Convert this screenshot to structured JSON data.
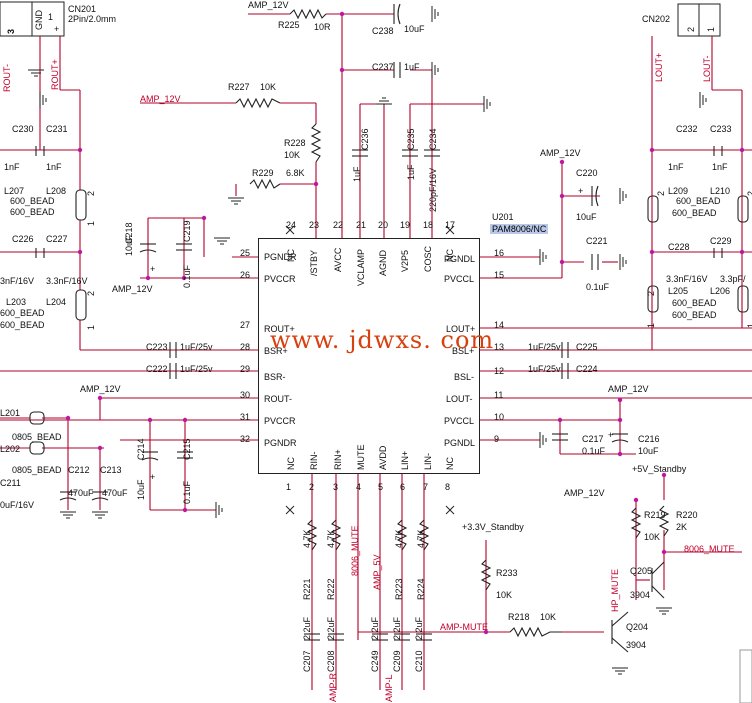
{
  "chip": {
    "ref": "U201",
    "part": "PAM8006/NC",
    "left_pins": [
      {
        "num": "25",
        "name": "PGNDR"
      },
      {
        "num": "26",
        "name": "PVCCR"
      },
      {
        "num": "27",
        "name": "ROUT+"
      },
      {
        "num": "28",
        "name": "BSR+"
      },
      {
        "num": "29",
        "name": "BSR-"
      },
      {
        "num": "30",
        "name": "ROUT-"
      },
      {
        "num": "31",
        "name": "PVCCR"
      },
      {
        "num": "32",
        "name": "PGNDR"
      }
    ],
    "right_pins": [
      {
        "num": "16",
        "name": "PGNDL"
      },
      {
        "num": "15",
        "name": "PVCCL"
      },
      {
        "num": "14",
        "name": "LOUT+"
      },
      {
        "num": "13",
        "name": "BSL+"
      },
      {
        "num": "12",
        "name": "BSL-"
      },
      {
        "num": "11",
        "name": "LOUT-"
      },
      {
        "num": "10",
        "name": "PVCCL"
      },
      {
        "num": "9",
        "name": "PGNDL"
      }
    ],
    "top_pins": [
      {
        "num": "24",
        "name": "NC"
      },
      {
        "num": "23",
        "name": "/STBY"
      },
      {
        "num": "22",
        "name": "AVCC"
      },
      {
        "num": "21",
        "name": "VCLAMP"
      },
      {
        "num": "20",
        "name": "AGND"
      },
      {
        "num": "19",
        "name": "V2P5"
      },
      {
        "num": "18",
        "name": "COSC"
      },
      {
        "num": "17",
        "name": "NC"
      }
    ],
    "bottom_pins": [
      {
        "num": "1",
        "name": "NC"
      },
      {
        "num": "2",
        "name": "RIN-"
      },
      {
        "num": "3",
        "name": "RIN+"
      },
      {
        "num": "4",
        "name": "MUTE"
      },
      {
        "num": "5",
        "name": "AVDD"
      },
      {
        "num": "6",
        "name": "LIN+"
      },
      {
        "num": "7",
        "name": "LIN-"
      },
      {
        "num": "8",
        "name": "NC"
      }
    ]
  },
  "labels": {
    "amp12v": "AMP_12V",
    "cn201": "CN201",
    "cn201_desc": "2Pin/2.0mm",
    "cn201_gnd": "GND",
    "cn201_p1": "1",
    "cn201_p2": "+",
    "cn201_p3": "3",
    "rout_minus": "ROUT-",
    "rout_plus": "ROUT+",
    "cn202": "CN202",
    "cn202_p2": "2",
    "cn202_p1": "1",
    "lout_plus": "LOUT+",
    "lout_minus": "LOUT-",
    "r225": "R225",
    "r225v": "10R",
    "c238": "C238",
    "c238v": "10uF",
    "c237": "C237",
    "c237v": "1uF",
    "r227": "R227",
    "r227v": "10K",
    "r228": "R228",
    "r228v": "10K",
    "r229": "R229",
    "r229v": "6.8K",
    "c236": "C236",
    "c236v": "1uF",
    "c235": "C235",
    "c235v": "1uF",
    "c234": "C234",
    "c234v": "220pF/16V",
    "c218": "C218",
    "c218v": "10uF",
    "c219": "C219",
    "c219v": "0.1uF",
    "c230": "C230",
    "c231": "C231",
    "c230v": "1nF",
    "c231v": "1nF",
    "l207": "L207",
    "l208": "L208",
    "l207v": "600_BEAD",
    "l208v": "600_BEAD",
    "c226": "C226",
    "c227": "C227",
    "c226v": "3nF/16V",
    "c227v": "3.3nF/16V",
    "l203": "L203",
    "l204": "L204",
    "l203v": "600_BEAD",
    "l204v": "600_BEAD",
    "c223": "C223",
    "c223v": "1uF/25v",
    "c222": "C222",
    "c222v": "1uF/25v",
    "l201": "L201",
    "l202": "L202",
    "l201v": "0805_BEAD",
    "l202v": "0805_BEAD",
    "c211": "C211",
    "c211v": "0uF/16V",
    "c212": "C212",
    "c212v": "470uF",
    "c213": "C213",
    "c213v": "470uF",
    "c214": "C214",
    "c214v": "10uF",
    "c215": "C215",
    "c215v": "0.1uF",
    "c220": "C220",
    "c220v": "10uF",
    "c221": "C221",
    "c221v": "0.1uF",
    "c232": "C232",
    "c233": "C233",
    "c232v": "1nF",
    "c233v": "1nF",
    "l209": "L209",
    "l210": "L210",
    "l209v": "600_BEAD",
    "l210v": "600_BEAD",
    "c228": "C228",
    "c229": "C229",
    "c228v": "3.3nF/16V",
    "c229v": "3.3pF/",
    "l205": "L205",
    "l206": "L206",
    "l205v": "600_BEAD",
    "l206v": "600_BEAD",
    "c225": "C225",
    "c225v": "1uF/25v",
    "c224": "C224",
    "c224v": "1uF/25v",
    "c217": "C217",
    "c217v": "0.1uF",
    "c216": "C216",
    "c216v": "10uF",
    "plus5v": "+5V_Standby",
    "plus33v": "+3.3V_Standby",
    "r219": "R219",
    "r219v": "10K",
    "r220": "R220",
    "r220v": "2K",
    "mute8006": "8006_MUTE",
    "q205": "Q205",
    "q205v": "3904",
    "q204": "Q204",
    "q204v": "3904",
    "hpmute": "HP_MUTE",
    "r233": "R233",
    "r233v": "10K",
    "r218": "R218",
    "r218v": "10K",
    "ampmute": "AMP-MUTE",
    "r221": "R221",
    "r222": "R222",
    "r223": "R223",
    "r224": "R224",
    "r47k": "4.7K",
    "c207": "C207",
    "c208": "C208",
    "c249": "C249",
    "c209": "C209",
    "c210": "C210",
    "c22uf": "2.2uF",
    "ampr": "AMP-R",
    "ampl": "AMP-L",
    "amp5v": "AMP_5V",
    "mute8006b": "8006_MUTE",
    "pin_n": "1",
    "pin_2": "2",
    "pin_3": "3",
    "plus": "+"
  },
  "watermark": "www. jdwxs. com"
}
